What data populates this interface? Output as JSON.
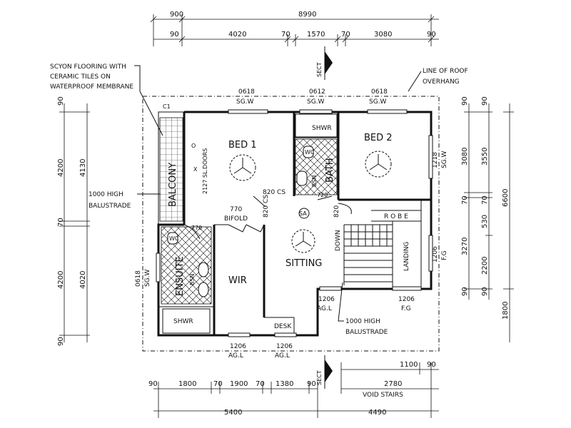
{
  "dims": {
    "top_overall_left": "900",
    "top_overall_right": "8990",
    "top_seg": [
      "90",
      "4020",
      "70",
      "1570",
      "70",
      "3080",
      "90"
    ],
    "left_outer": [
      "90",
      "4200",
      "70",
      "4200",
      "90"
    ],
    "left_inner": [
      "4130",
      "4020"
    ],
    "right_inner": [
      "90",
      "3080",
      "70",
      "3270",
      "90"
    ],
    "right_outer": [
      "3550",
      "530",
      "2200"
    ],
    "right_total": "6600",
    "right_bottom": "1800",
    "bottom_seg": [
      "90",
      "1800",
      "70",
      "1900",
      "70",
      "1380",
      "90"
    ],
    "bottom_stairs": [
      "1100",
      "90"
    ],
    "bottom_stairs_total": "2780",
    "bottom_overall_left": "5400",
    "bottom_overall_right": "4490"
  },
  "windows": {
    "top_1": [
      "0618",
      "SG.W"
    ],
    "top_2": [
      "0612",
      "SG.W"
    ],
    "top_3": [
      "0618",
      "SG.W"
    ],
    "right_1": [
      "1218",
      "SG.W"
    ],
    "right_2": [
      "1206",
      "F.G"
    ],
    "left_1": [
      "0618",
      "SG.W"
    ],
    "bottom_1": [
      "1206",
      "AG.L"
    ],
    "bottom_2": [
      "1206",
      "AG.L"
    ],
    "bottom_3": [
      "1206",
      "AG.L"
    ],
    "bottom_4": [
      "1206",
      "F.G"
    ]
  },
  "rooms": {
    "bed1": "BED 1",
    "bed2": "BED 2",
    "balcony": "BALCONY",
    "bath": "BATH",
    "shwr_top": "SHWR",
    "shwr_bottom": "SHWR",
    "wc_top": "WC",
    "wc_bottom": "WC",
    "bsn": "BSN",
    "ensuite": "ENSUITE",
    "ensuite_bsn": "BSN",
    "wir": "WIR",
    "sitting": "SITTING",
    "robe": "R O B E",
    "landing": "LANDING",
    "desk": "DESK",
    "down": "DOWN",
    "sa": "SA"
  },
  "doors": {
    "sl_doors": "2127 SL.DOORS",
    "sl_x": "X",
    "sl_o": "O",
    "cs_820_a": "820 CS",
    "cs_820_b": "820 CS",
    "cs_820_c": "820",
    "bifold_size": "770",
    "bifold": "BIFOLD",
    "d770": "770",
    "d720": "720",
    "c1": "C1"
  },
  "notes": {
    "flooring_1": "SCYON FLOORING WITH",
    "flooring_2": "CERAMIC TILES ON",
    "flooring_3": "WATERPROOF MEMBRANE",
    "balustrade_left_1": "1000 HIGH",
    "balustrade_left_2": "BALUSTRADE",
    "roof_1": "LINE OF ROOF",
    "roof_2": "OVERHANG",
    "balustrade_right_1": "1000 HIGH",
    "balustrade_right_2": "BALUSTRADE",
    "void_stairs": "VOID STAIRS",
    "sect_top": "SECT",
    "sect_bottom": "SECT"
  }
}
